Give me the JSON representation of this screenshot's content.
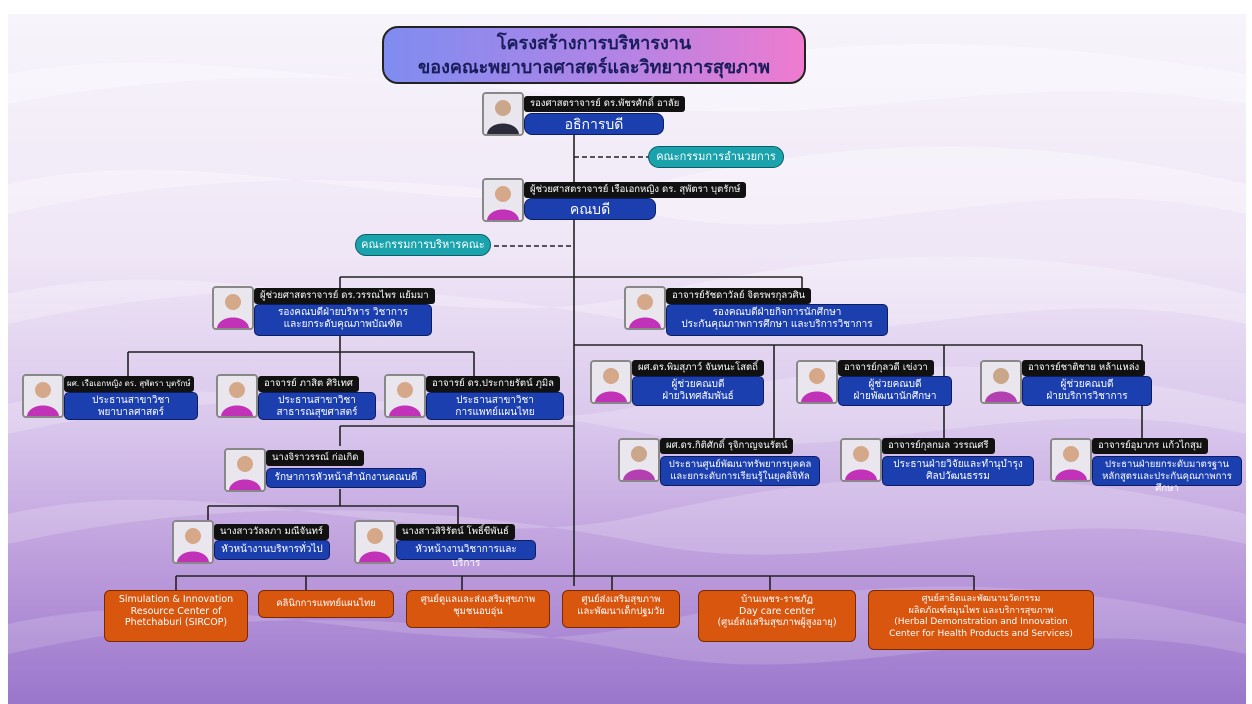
{
  "title": {
    "line1": "โครงสร้างการบริหารงาน",
    "line2": "ของคณะพยาบาลศาสตร์และวิทยาการสุขภาพ"
  },
  "president": {
    "name": "รองศาสตราจารย์ ดร.พัชรศักดิ์ อาลัย",
    "role": "อธิการบดี"
  },
  "committee_1": "คณะกรรมการอำนวยการ",
  "dean": {
    "name": "ผู้ช่วยศาสตราจารย์ เรือเอกหญิง ดร. สุพัตรา บุตรักษ์",
    "role": "คณบดี"
  },
  "committee_2": "คณะกรรมการบริหารคณะ",
  "vice_admin": {
    "name": "ผู้ช่วยศาสตราจารย์ ดร.วรรณไพร แย้มมา",
    "role_l1": "รองคณบดีฝ่ายบริหาร วิชาการ",
    "role_l2": "และยกระดับคุณภาพบัณฑิต"
  },
  "vice_student": {
    "name": "อาจารย์รัชดาวัลย์ จิตรพรกุลวศิน",
    "role_l1": "รองคณบดีฝ่ายกิจการนักศึกษา",
    "role_l2": "ประกันคุณภาพการศึกษา และบริการวิชาการ"
  },
  "chair_nursing": {
    "name": "ผศ. เรือเอกหญิง ดร. สุพัตรา บุตรักษ์",
    "role_l1": "ประธานสาขาวิชา",
    "role_l2": "พยาบาลศาสตร์"
  },
  "chair_public_health": {
    "name": "อาจารย์ ภาสิต ศิริเทศ",
    "role_l1": "ประธานสาขาวิชา",
    "role_l2": "สาธารณสุขศาสตร์"
  },
  "chair_thai_med": {
    "name": "อาจารย์ ดร.ประกายรัตน์ ภุมิล",
    "role_l1": "ประธานสาขาวิชา",
    "role_l2": "การแพทย์แผนไทย"
  },
  "office_head": {
    "name": "นางจิราวรรณ์ ก่อเกิด",
    "role": "รักษาการหัวหน้าสำนักงานคณบดี"
  },
  "general_admin": {
    "name": "นางสาววัลลภา มณีจันทร์",
    "role": "หัวหน้างานบริหารทั่วไป"
  },
  "academic_service": {
    "name": "นางสาวสิริรัตน์ โพธิ์ขีพันธ์",
    "role": "หัวหน้างานวิชาการและบริการ"
  },
  "asst_foreign": {
    "name": "ผศ.ดร.พิมสุภาว์ จันทนะโสตถิ์",
    "role_l1": "ผู้ช่วยคณบดี",
    "role_l2": "ฝ่ายวิเทศสัมพันธ์"
  },
  "asst_student_dev": {
    "name": "อาจารย์กุลวดี เข่งวา",
    "role_l1": "ผู้ช่วยคณบดี",
    "role_l2": "ฝ่ายพัฒนานักศึกษา"
  },
  "asst_academic_service": {
    "name": "อาจารย์ชาติชาย หล้าแหล่ง",
    "role_l1": "ผู้ช่วยคณบดี",
    "role_l2": "ฝ่ายบริการวิชาการ"
  },
  "hrd_center": {
    "name": "ผศ.ดร.กิติศักดิ์ รุจิกาญจนรัตน์",
    "role_l1": "ประธานศูนย์พัฒนาทรัพยากรบุคคล",
    "role_l2": "และยกระดับการเรียนรู้ในยุคดิจิทัล"
  },
  "research_arts": {
    "name": "อาจารย์กุลกมล วรรณศรี",
    "role_l1": "ประธานฝ่ายวิจัยและทำนุบำรุง",
    "role_l2": "ศิลปวัฒนธรรม"
  },
  "curriculum_std": {
    "name": "อาจารย์อุมาภร แก้วไกสุม",
    "role_l1": "ประธานฝ่ายยกระดับมาตรฐาน",
    "role_l2": "หลักสูตรและประกันคุณภาพการศึกษา"
  },
  "units": [
    {
      "lines": [
        "Simulation & Innovation",
        "Resource Center of",
        "Phetchaburi (SIRCOP)"
      ]
    },
    {
      "lines": [
        "คลินิกการแพทย์แผนไทย"
      ]
    },
    {
      "lines": [
        "ศูนย์ดูแลและส่งเสริมสุขภาพ",
        "ชุมชนอบอุ่น"
      ]
    },
    {
      "lines": [
        "ศูนย์ส่งเสริมสุขภาพ",
        "และพัฒนาเด็กปฐมวัย"
      ]
    },
    {
      "lines": [
        "บ้านเพชร-ราชภัฏ",
        "Day care center",
        "(ศูนย์ส่งเสริมสุขภาพผู้สูงอายุ)"
      ]
    },
    {
      "lines": [
        "ศูนย์สาธิตและพัฒนานวัตกรรม",
        "ผลิตภัณฑ์สมุนไพร และบริการสุขภาพ",
        "(Herbal Demonstration and Innovation",
        "Center for Health Products and Services)"
      ]
    }
  ],
  "colors": {
    "role_box": "#1c3fb0",
    "name_box": "#111111",
    "committee": "#1aa3ad",
    "unit": "#d9560f",
    "title_gradient_start": "#7f8cf0",
    "title_gradient_end": "#ef7bd0"
  },
  "icons": {
    "person_photo": "person-portrait-icon"
  }
}
